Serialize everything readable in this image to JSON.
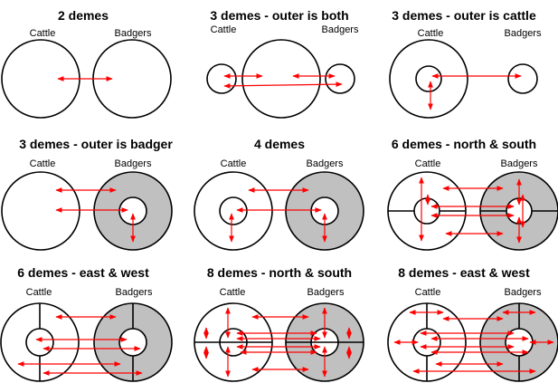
{
  "colors": {
    "badger_fill": "#c0c0c0",
    "arrow": "#ff0000",
    "outline": "#000000"
  },
  "panels": [
    {
      "title": "2 demes",
      "left_label": "Cattle",
      "right_label": "Badgers"
    },
    {
      "title": "3 demes - outer is both",
      "left_label": "Cattle",
      "right_label": "Badgers"
    },
    {
      "title": "3 demes - outer is cattle",
      "left_label": "Cattle",
      "right_label": "Badgers"
    },
    {
      "title": "3 demes - outer is badger",
      "left_label": "Cattle",
      "right_label": "Badgers"
    },
    {
      "title": "4 demes",
      "left_label": "Cattle",
      "right_label": "Badgers"
    },
    {
      "title": "6 demes - north & south",
      "left_label": "Cattle",
      "right_label": "Badgers"
    },
    {
      "title": "6 demes - east & west",
      "left_label": "Cattle",
      "right_label": "Badgers"
    },
    {
      "title": "8 demes - north & south",
      "left_label": "Cattle",
      "right_label": "Badgers"
    },
    {
      "title": "8 demes - east & west",
      "left_label": "Cattle",
      "right_label": "Badgers"
    }
  ]
}
